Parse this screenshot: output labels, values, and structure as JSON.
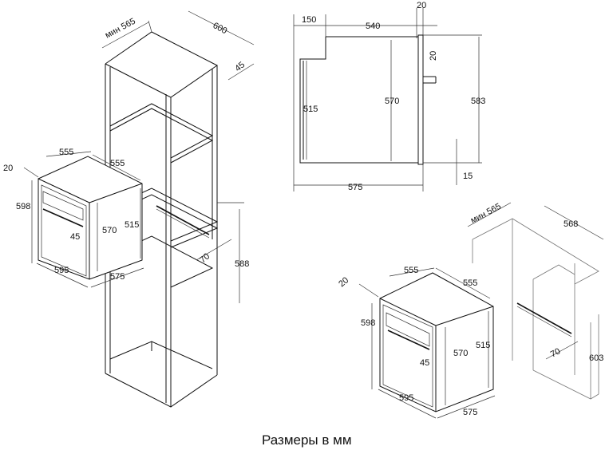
{
  "caption": "Размеры в мм",
  "left_cabinet": {
    "min_depth": "мин 565",
    "width": "600",
    "gap": "45",
    "vent": "70",
    "niche_height": "588"
  },
  "left_oven": {
    "front_offset": "20",
    "depth": "555",
    "depth2": "555",
    "height": "598",
    "inner_height": "570",
    "body_height": "515",
    "handle": "45",
    "width": "595",
    "depth_total": "575"
  },
  "side_view": {
    "top_a": "150",
    "top_b": "540",
    "top_c": "20",
    "front_20": "20",
    "h515": "515",
    "h570": "570",
    "h583": "583",
    "bottom_15": "15",
    "depth_575": "575"
  },
  "right_oven": {
    "front_offset": "20",
    "depth": "555",
    "depth2": "555",
    "height": "598",
    "inner_height": "570",
    "body_height": "515",
    "handle": "45",
    "width": "595",
    "depth_total": "575"
  },
  "right_cabinet": {
    "min_depth": "мин 565",
    "width": "568",
    "vent": "70",
    "niche_height": "603"
  }
}
